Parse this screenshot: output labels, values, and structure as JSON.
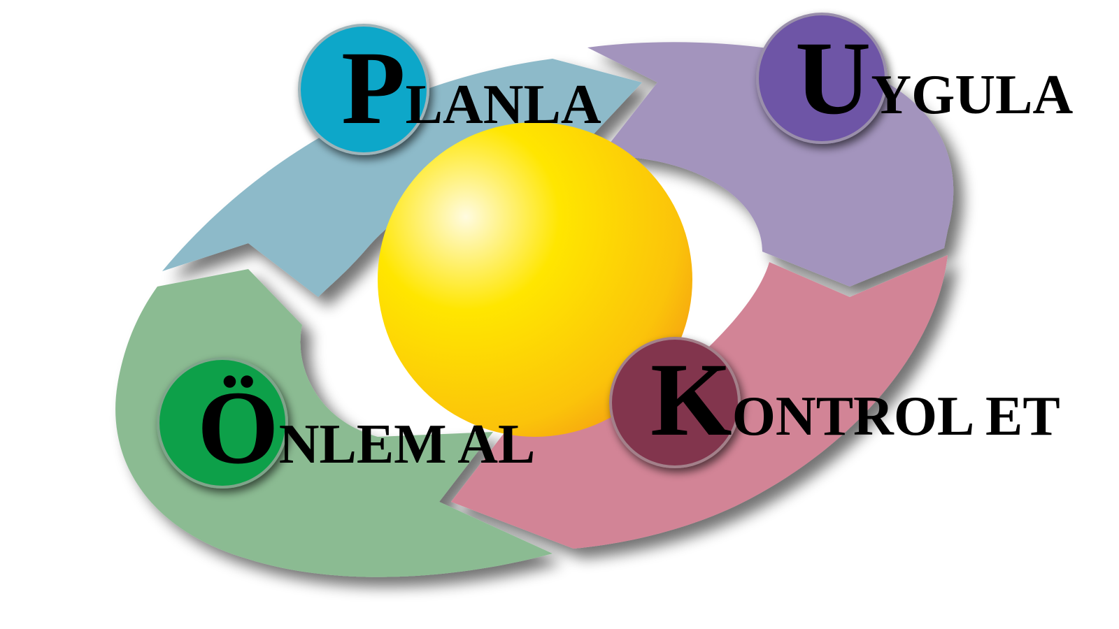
{
  "steps": [
    {
      "key": "plan",
      "initial": "P",
      "rest": "LANLA",
      "arrow_color": "#8dbac9",
      "circle_color": "#0fa7c9"
    },
    {
      "key": "do",
      "initial": "U",
      "rest": "YGULA",
      "arrow_color": "#a394bd",
      "circle_color": "#6e55a6"
    },
    {
      "key": "check",
      "initial": "K",
      "rest": "ONTROL ET",
      "arrow_color": "#d28496",
      "circle_color": "#82354d"
    },
    {
      "key": "act",
      "initial": "Ö",
      "rest": "NLEM AL",
      "arrow_color": "#8bbb92",
      "circle_color": "#0aa04a"
    }
  ],
  "center": {
    "highlight_color": "#fffbe0",
    "main_color": "#ffe600",
    "edge_color": "#f49c12"
  }
}
